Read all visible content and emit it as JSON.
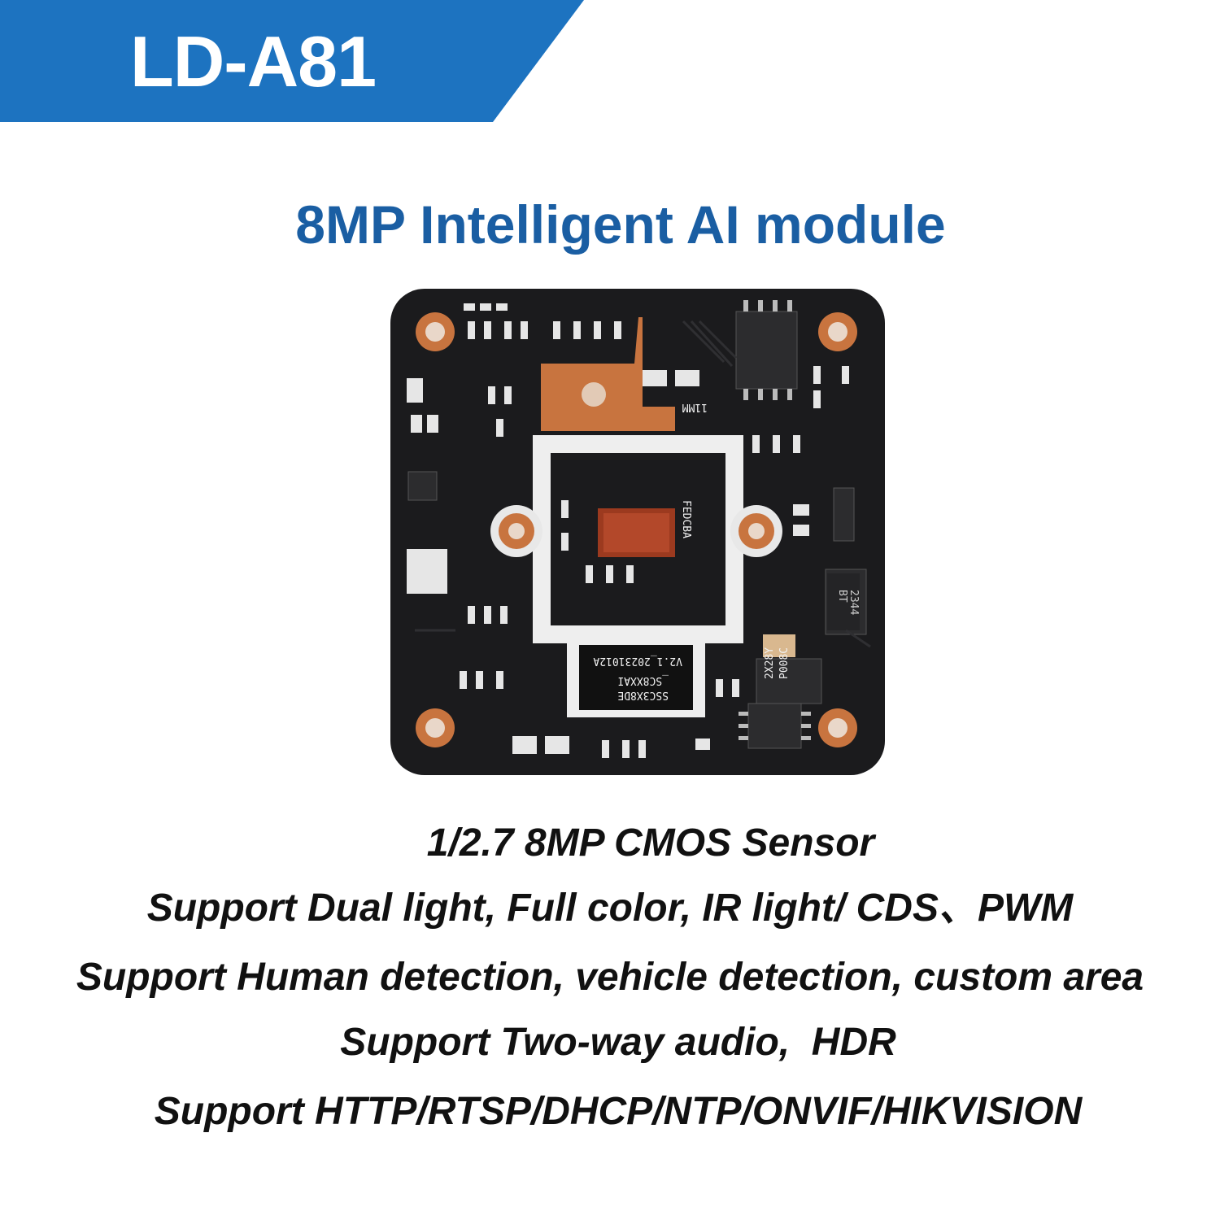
{
  "banner": {
    "model": "LD-A81",
    "color": "#1d73c0"
  },
  "headline": "8MP Intelligent AI module",
  "board": {
    "silkscreen_version": "V2.1_20231012A",
    "silkscreen_model": "_SC8XXAI",
    "silkscreen_part": "SSC3X8DE",
    "chip_labels": [
      "FEDCBA",
      "2X28Y",
      "P008C",
      "BT",
      "2344",
      "11MM"
    ],
    "pcb_color": "#1b1b1d",
    "pad_color": "#c8743f"
  },
  "features": [
    "1/2.7 8MP CMOS Sensor",
    "Support Dual light, Full color, IR light/ CDS、PWM",
    "Support Human detection, vehicle detection, custom area",
    "Support Two-way audio,  HDR",
    "Support HTTP/RTSP/DHCP/NTP/ONVIF/HIKVISION"
  ]
}
